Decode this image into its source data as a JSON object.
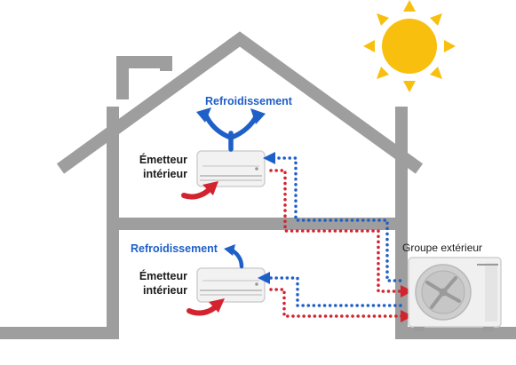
{
  "labels": {
    "upper_cooling": "Refroidissement",
    "upper_emitter_line1": "Émetteur",
    "upper_emitter_line2": "intérieur",
    "lower_cooling": "Refroidissement",
    "lower_emitter_line1": "Émetteur",
    "lower_emitter_line2": "intérieur",
    "outdoor_unit": "Groupe extérieur"
  },
  "colors": {
    "house_outline": "#9e9e9e",
    "cold_air": "#1e5fc8",
    "warm_air": "#d3232f",
    "sun": "#f8bf0f",
    "label_blue": "#1e5fc8",
    "label_dark": "#1a1a1a"
  },
  "icons": {
    "sun": "sun-icon",
    "indoor_unit": "indoor-unit-icon",
    "outdoor_unit": "outdoor-unit-icon",
    "fan": "fan-icon"
  }
}
